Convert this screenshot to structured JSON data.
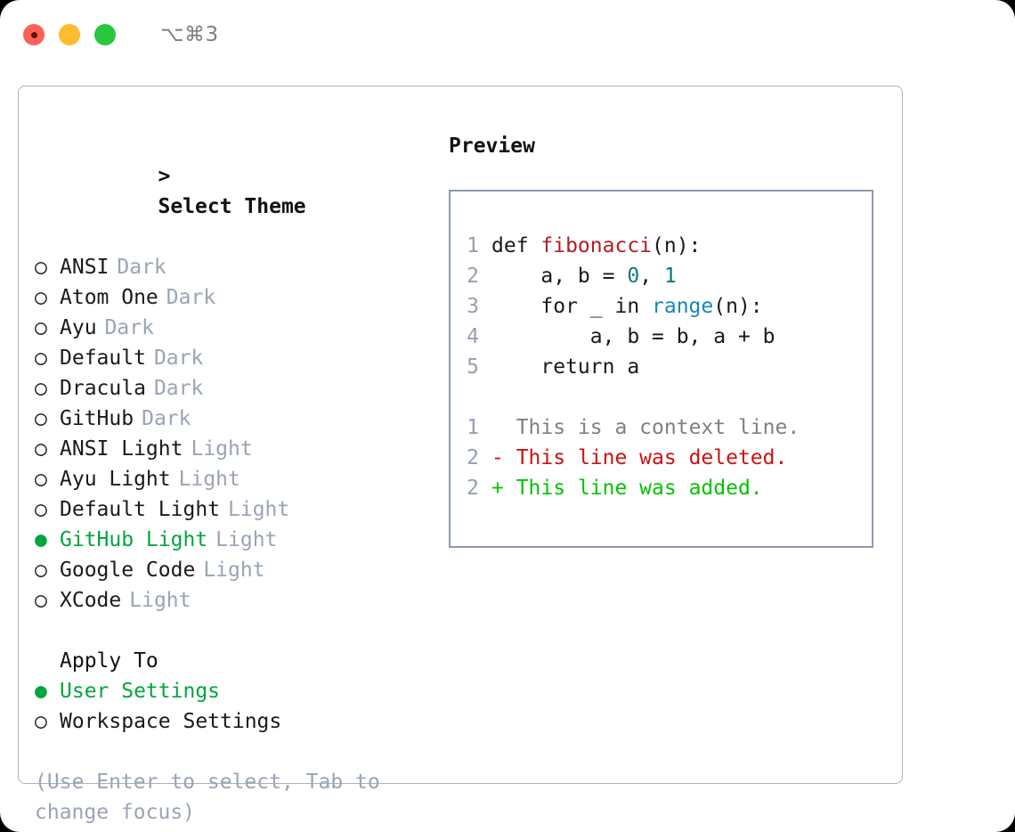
{
  "titlebar": {
    "shortcut": "⌥⌘3",
    "buttons": [
      {
        "name": "close",
        "color": "#ff6058"
      },
      {
        "name": "minimize",
        "color": "#fdbc2f"
      },
      {
        "name": "zoom",
        "color": "#27c83f"
      }
    ]
  },
  "theme_picker": {
    "heading": "Select Theme",
    "caret": ">",
    "bullet_selected": "●",
    "bullet_unselected": "○",
    "selected_color": "#00a63f",
    "items": [
      {
        "name": "ANSI",
        "mode": "Dark",
        "selected": false
      },
      {
        "name": "Atom One",
        "mode": "Dark",
        "selected": false
      },
      {
        "name": "Ayu",
        "mode": "Dark",
        "selected": false
      },
      {
        "name": "Default",
        "mode": "Dark",
        "selected": false
      },
      {
        "name": "Dracula",
        "mode": "Dark",
        "selected": false
      },
      {
        "name": "GitHub",
        "mode": "Dark",
        "selected": false
      },
      {
        "name": "ANSI Light",
        "mode": "Light",
        "selected": false
      },
      {
        "name": "Ayu Light",
        "mode": "Light",
        "selected": false
      },
      {
        "name": "Default Light",
        "mode": "Light",
        "selected": false
      },
      {
        "name": "GitHub Light",
        "mode": "Light",
        "selected": true
      },
      {
        "name": "Google Code",
        "mode": "Light",
        "selected": false
      },
      {
        "name": "XCode",
        "mode": "Light",
        "selected": false
      }
    ]
  },
  "apply_to": {
    "heading": "Apply To",
    "items": [
      {
        "name": "User Settings",
        "selected": true
      },
      {
        "name": "Workspace Settings",
        "selected": false
      }
    ]
  },
  "hint": "(Use Enter to select, Tab to change focus)",
  "preview": {
    "label": "Preview",
    "code_lines": [
      {
        "ln": "1",
        "parts": [
          {
            "t": "def ",
            "c": "plain"
          },
          {
            "t": "fibonacci",
            "c": "fn"
          },
          {
            "t": "(n):",
            "c": "plain"
          }
        ]
      },
      {
        "ln": "2",
        "parts": [
          {
            "t": "    a, b = ",
            "c": "plain"
          },
          {
            "t": "0",
            "c": "num"
          },
          {
            "t": ", ",
            "c": "plain"
          },
          {
            "t": "1",
            "c": "num"
          }
        ]
      },
      {
        "ln": "3",
        "parts": [
          {
            "t": "    for _ in ",
            "c": "plain"
          },
          {
            "t": "range",
            "c": "call"
          },
          {
            "t": "(n):",
            "c": "plain"
          }
        ]
      },
      {
        "ln": "4",
        "parts": [
          {
            "t": "        a, b = b, a + b",
            "c": "plain"
          }
        ]
      },
      {
        "ln": "5",
        "parts": [
          {
            "t": "    return a",
            "c": "plain"
          }
        ]
      }
    ],
    "diff_lines": [
      {
        "ln": "1",
        "marker": " ",
        "text": " This is a context line.",
        "kind": "context"
      },
      {
        "ln": "2",
        "marker": "-",
        "text": " This line was deleted.",
        "kind": "deleted"
      },
      {
        "ln": "2",
        "marker": "+",
        "text": " This line was added.",
        "kind": "added"
      }
    ],
    "token_colors": {
      "function": "#b31d28",
      "number": "#0b7a77",
      "builtin": "#1489b8",
      "line_number": "#969faf",
      "context": "#808080",
      "deleted": "#cc1111",
      "added": "#00c400"
    }
  }
}
